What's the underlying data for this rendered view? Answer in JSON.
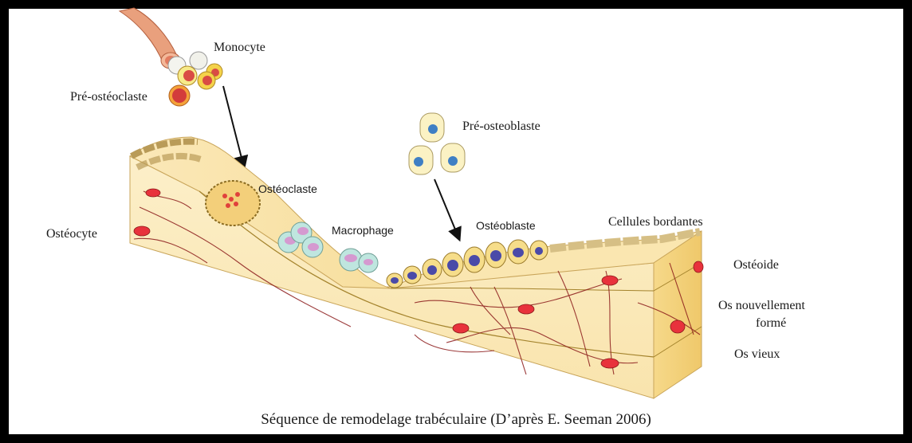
{
  "diagram": {
    "labels": {
      "monocyte": "Monocyte",
      "pre_osteoclast": "Pré-ostéoclaste",
      "osteoclast": "Ostéoclaste",
      "macrophage": "Macrophage",
      "osteocyte": "Ostéocyte",
      "pre_osteoblast": "Pré-osteoblaste",
      "osteoblast": "Ostéoblaste",
      "lining_cells": "Cellules bordantes",
      "osteoid": "Ostéoide",
      "new_bone_line1": "Os nouvellement",
      "new_bone_line2": "formé",
      "old_bone": "Os vieux"
    },
    "caption": "Séquence de remodelage trabéculaire (D’après E. Seeman 2006)"
  },
  "colors": {
    "frame": "#000000",
    "bone_light": "#fbeac0",
    "bone_mid": "#f5d98e",
    "bone_side": "#f2cf7a",
    "cell_red": "#e8323c",
    "vessel": "#e9a07d",
    "network": "#8b1a1a",
    "osteoblast_nucleus": "#4a4aa8",
    "macrophage": "#bfe6df"
  }
}
